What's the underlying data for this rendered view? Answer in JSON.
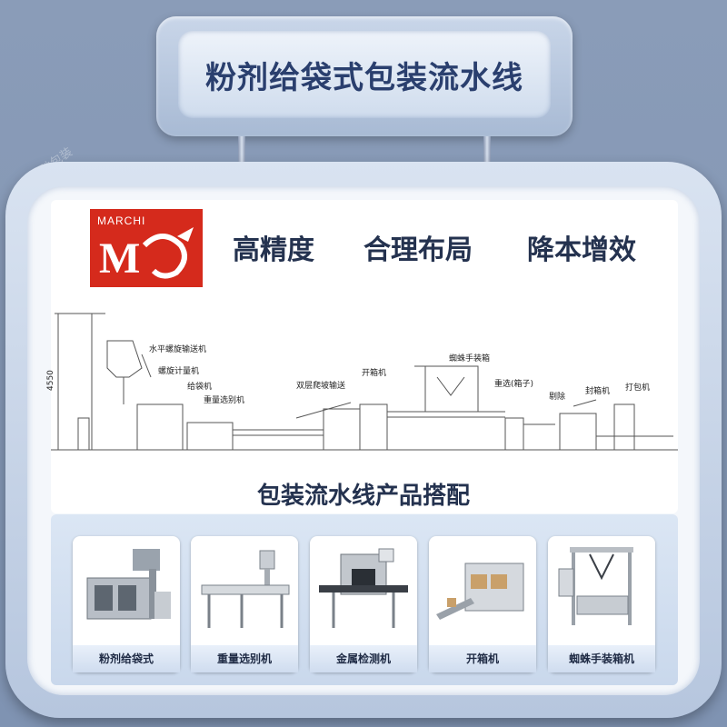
{
  "sign": {
    "title": "粉剂给袋式包装流水线"
  },
  "brand": {
    "logo_text": "MARCHI",
    "logo_mark": "ꟾ"
  },
  "taglines": [
    "高精度",
    "合理布局",
    "降本增效"
  ],
  "diagram": {
    "height_label": "4550",
    "labels": [
      "水平螺旋输送机",
      "螺旋计量机",
      "给袋机",
      "重量选别机",
      "双层爬坡输送",
      "开箱机",
      "蜘蛛手装箱",
      "重选(箱子)",
      "剔除",
      "封箱机",
      "打包机"
    ]
  },
  "section_title": "包装流水线产品搭配",
  "products": [
    {
      "label": "粉剂给袋式",
      "icon": "bag-packer-machine-icon"
    },
    {
      "label": "重量选别机",
      "icon": "checkweigher-icon"
    },
    {
      "label": "金属检测机",
      "icon": "metal-detector-icon"
    },
    {
      "label": "开箱机",
      "icon": "case-erector-icon"
    },
    {
      "label": "蜘蛛手装箱机",
      "icon": "delta-robot-packer-icon"
    }
  ],
  "watermark": "迈驰包装",
  "colors": {
    "logo_red": "#d52a1c",
    "title_blue": "#2a3f6e",
    "background": "#8a9cb8"
  }
}
